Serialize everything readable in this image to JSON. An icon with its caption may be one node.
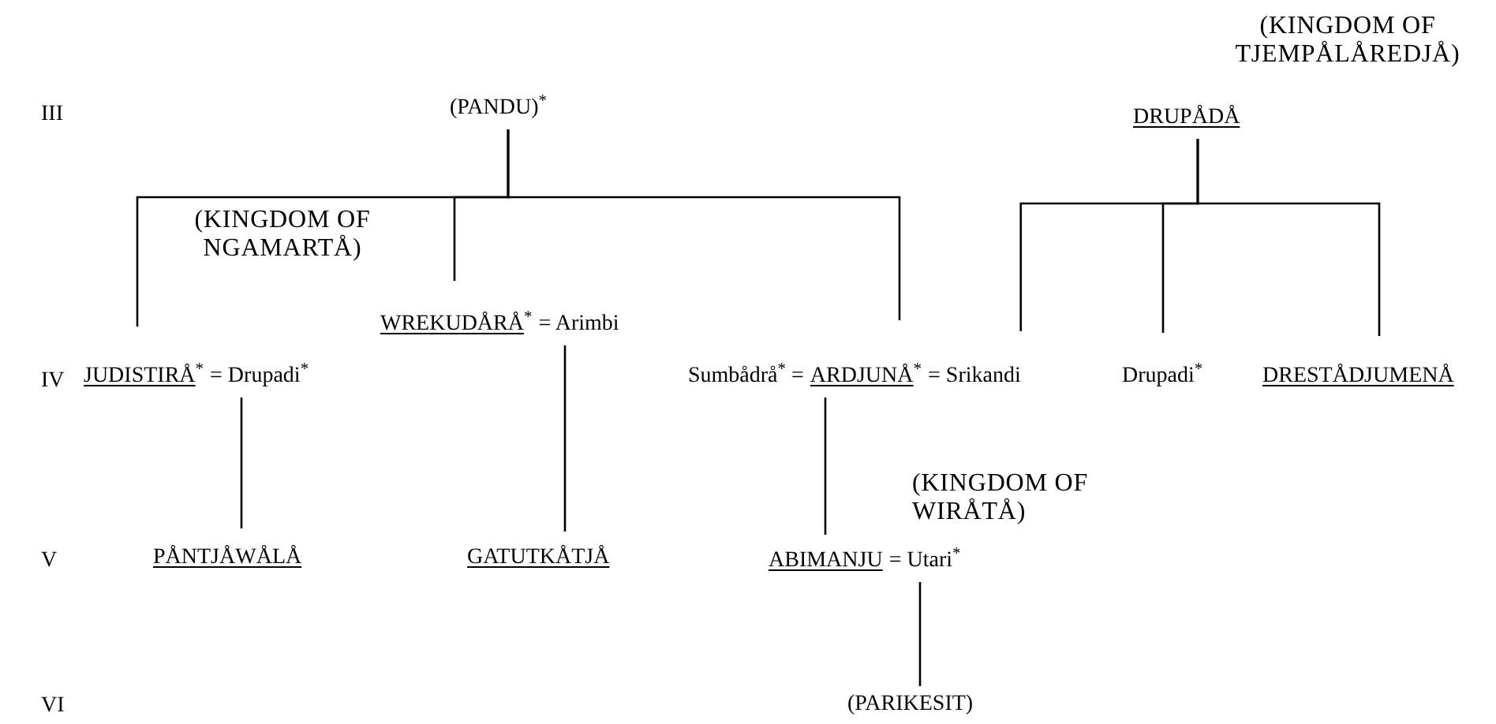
{
  "diagram": {
    "nodes": [
      {
        "text": [
          "(PANDU)$^{*}$"
        ]
      },
      {
        "text": [
          "DRUPÅDÅ"
        ]
      },
      {
        "text": [
          "WREKUDÅRÅ$^{*}$",
          "= Arimbi"
        ]
      },
      {
        "text": [
          "JUDISTIRÅ$^{*}$",
          "= Drupadi$^{*}$"
        ]
      },
      {
        "text": [
          "Sumbådrå$^{*}$ =",
          "ARDJUNÅ$^{*}$",
          "= Srikandi"
        ]
      },
      {
        "text": [
          "Drupadi$^{*}$"
        ]
      },
      {
        "text": [
          "DRESTÅDJUMENÅ"
        ]
      },
      {
        "text": [
          "PÅNTJÅWÅLÅ"
        ]
      },
      {
        "text": [
          "GATUTKÅTJÅ"
        ]
      },
      {
        "text": [
          "ABIMANJU",
          "= Utari$^{*}$"
        ]
      },
      {
        "text": [
          "(PARIKESIT)"
        ]
      }
    ],
    "edges": [
      {
        "from": 0,
        "to": 3,
        "arrow": "none"
      },
      {
        "from": 0,
        "to": 2,
        "arrow": "none"
      },
      {
        "from": 0,
        "to": 4,
        "arrow": "none"
      },
      {
        "from": 1,
        "to": 4,
        "arrow": "none"
      },
      {
        "from": 1,
        "to": 5,
        "arrow": "none"
      },
      {
        "from": 1,
        "to": 6,
        "arrow": "none"
      },
      {
        "from": 3,
        "to": 7,
        "arrow": "none"
      },
      {
        "from": 2,
        "to": 8,
        "arrow": "none"
      },
      {
        "from": 4,
        "to": 9,
        "arrow": "none"
      },
      {
        "from": 9,
        "to": 10,
        "arrow": "none"
      }
    ],
    "labels": [
      "(KINGDOM OF TJEMPÅLÅREDJÅ)",
      "III",
      "(KINGDOM OF NGAMARTÅ)",
      "IV",
      "V",
      "(KINGDOM OF WIRÅTÅ)",
      "VI"
    ]
  }
}
